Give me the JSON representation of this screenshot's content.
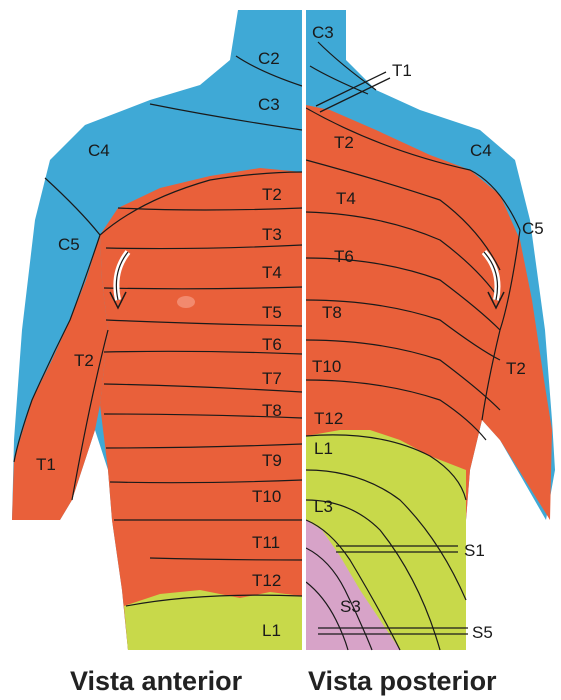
{
  "colors": {
    "cervical": "#3fa9d6",
    "thoracic": "#e9603a",
    "lumbar": "#c8d94a",
    "sacral": "#d7a3c8",
    "divider": "#ffffff"
  },
  "anterior": {
    "caption": "Vista anterior",
    "labels": {
      "c2": "C2",
      "c3": "C3",
      "c4": "C4",
      "c5": "C5",
      "t1": "T1",
      "t2_arm": "T2",
      "t2": "T2",
      "t3": "T3",
      "t4": "T4",
      "t5": "T5",
      "t6": "T6",
      "t7": "T7",
      "t8": "T8",
      "t9": "T9",
      "t10": "T10",
      "t11": "T11",
      "t12": "T12",
      "l1": "L1"
    }
  },
  "posterior": {
    "caption": "Vista posterior",
    "labels": {
      "c3": "C3",
      "t1": "T1",
      "t2": "T2",
      "c4": "C4",
      "c5": "C5",
      "t4": "T4",
      "t6": "T6",
      "t8": "T8",
      "t10": "T10",
      "t12": "T12",
      "t2_arm": "T2",
      "l1": "L1",
      "l3": "L3",
      "s1": "S1",
      "s3": "S3",
      "s5": "S5"
    }
  },
  "icons": [
    "curved-arrow-icon"
  ]
}
